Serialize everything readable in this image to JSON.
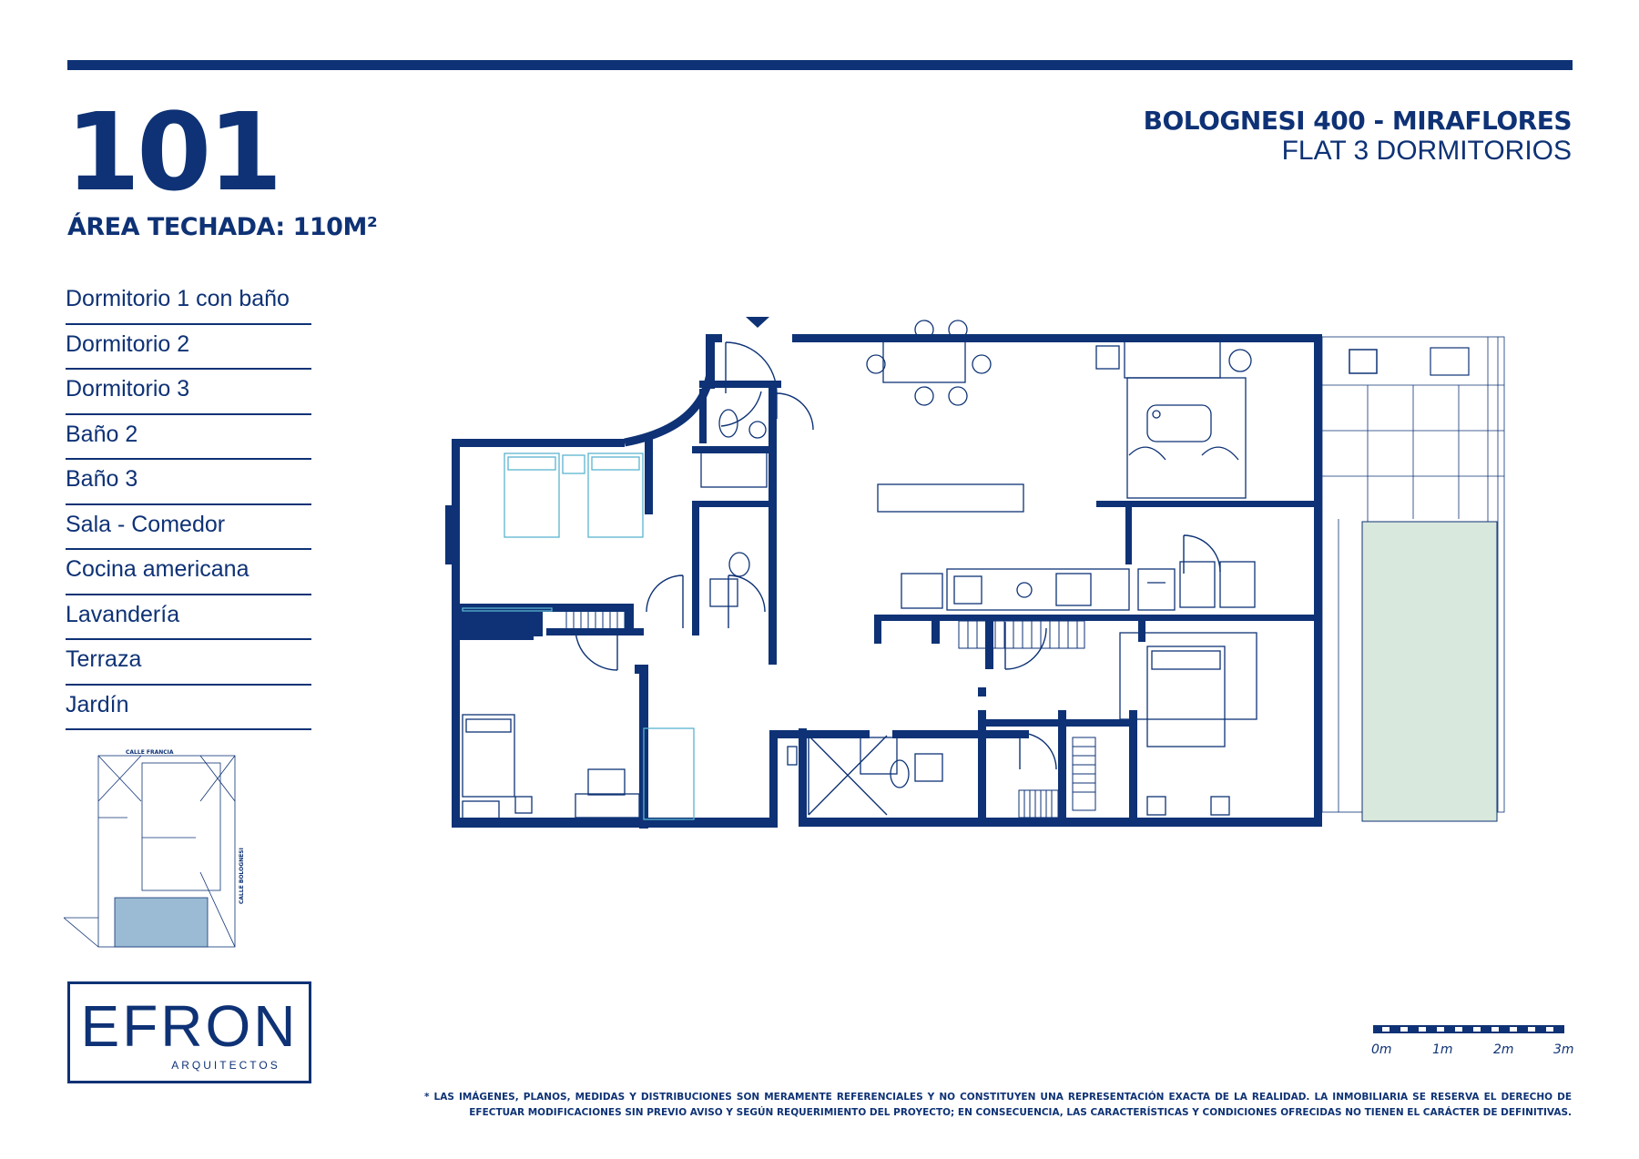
{
  "unit": "101",
  "area": "ÁREA TECHADA: 110M²",
  "address": "BOLOGNESI 400 - MIRAFLORES",
  "type": "FLAT 3 DORMITORIOS",
  "rooms": [
    "Dormitorio 1 con baño",
    "Dormitorio 2",
    "Dormitorio 3",
    "Baño 2",
    "Baño 3",
    "Sala - Comedor",
    "Cocina americana",
    "Lavandería",
    "Terraza",
    "Jardín"
  ],
  "site_plan": {
    "street_top": "CALLE FRANCIA",
    "street_right": "CALLE BOLOGNESI"
  },
  "logo": {
    "name": "EFRON",
    "subtitle": "ARQUITECTOS"
  },
  "scale": {
    "labels": [
      "0m",
      "1m",
      "2m",
      "3m"
    ]
  },
  "disclaimer": "* LAS IMÁGENES, PLANOS, MEDIDAS Y DISTRIBUCIONES SON MERAMENTE REFERENCIALES Y NO CONSTITUYEN UNA REPRESENTACIÓN EXACTA DE LA REALIDAD. LA INMOBILIARIA SE RESERVA EL DERECHO DE EFECTUAR MODIFICACIONES SIN PREVIO AVISO Y SEGÚN REQUERIMIENTO DEL PROYECTO; EN CONSECUENCIA, LAS CARACTERÍSTICAS Y CONDICIONES OFRECIDAS NO TIENEN EL CARÁCTER DE DEFINITIVAS.",
  "colors": {
    "brand": "#0e3275",
    "garden": "#d9e8dc",
    "site_highlight": "#9bbbd4",
    "furniture_light": "#5ab4cf"
  }
}
